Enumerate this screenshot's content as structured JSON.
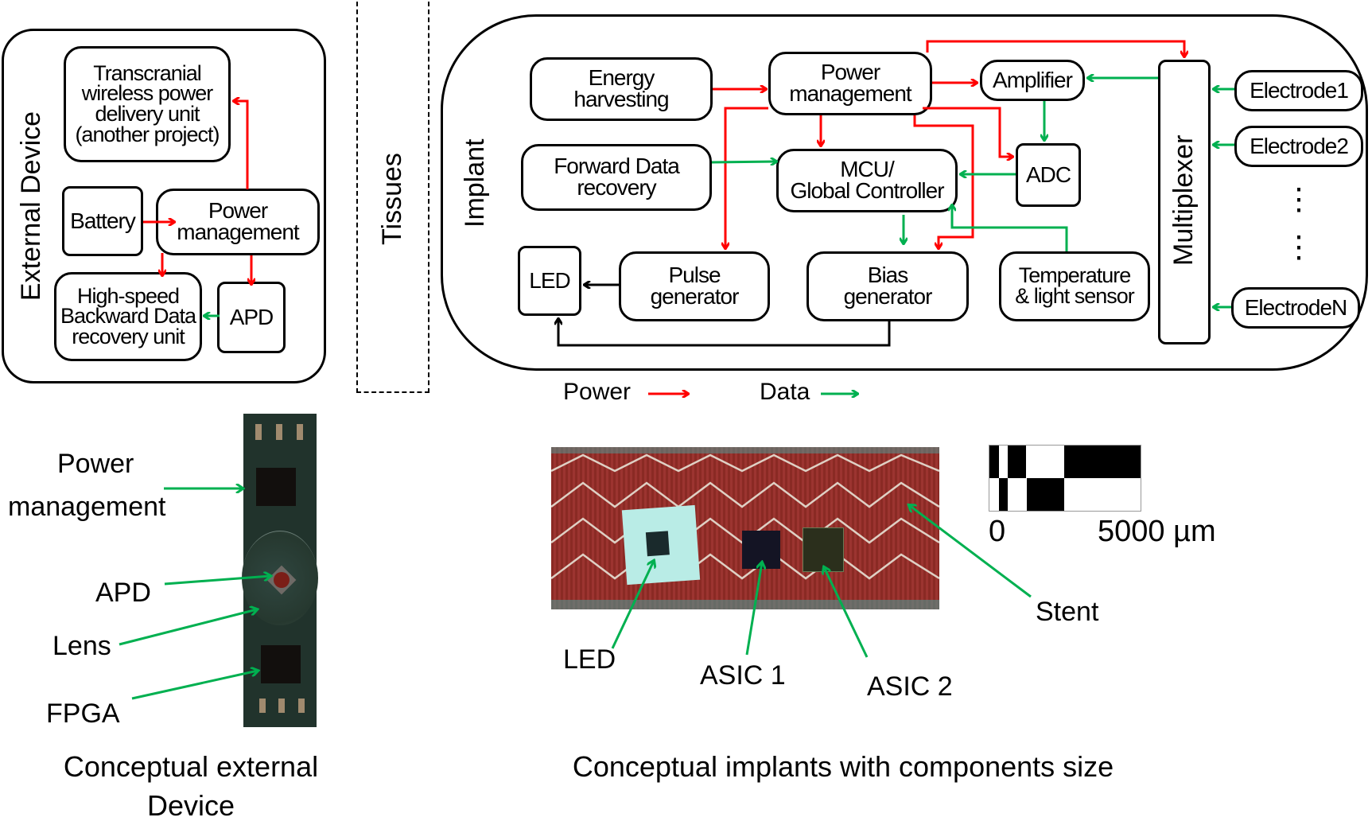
{
  "colors": {
    "power": "#ff0000",
    "data": "#00b050",
    "neutral": "#000000"
  },
  "external_device": {
    "title": "External Device",
    "blocks": {
      "transcranial": "Transcranial wireless power delivery unit (another project)",
      "transcranial_lines": [
        "Transcranial",
        "wireless power",
        "delivery unit",
        "(another project)"
      ],
      "battery": "Battery",
      "power_management_lines": [
        "Power",
        "management"
      ],
      "backward_data_lines": [
        "High-speed",
        "Backward Data",
        "recovery unit"
      ],
      "apd": "APD"
    }
  },
  "tissues": {
    "title": "Tissues"
  },
  "implant": {
    "title": "Implant",
    "blocks": {
      "energy_harvesting_lines": [
        "Energy",
        "harvesting"
      ],
      "power_management_lines": [
        "Power",
        "management"
      ],
      "amplifier": "Amplifier",
      "forward_data_lines": [
        "Forward Data",
        "recovery"
      ],
      "mcu_lines": [
        "MCU/",
        "Global Controller"
      ],
      "adc": "ADC",
      "led": "LED",
      "pulse_generator_lines": [
        "Pulse",
        "generator"
      ],
      "bias_generator_lines": [
        "Bias",
        "generator"
      ],
      "temperature_sensor_lines": [
        "Temperature",
        "& light sensor"
      ],
      "multiplexer": "Multiplexer",
      "electrodes": [
        "Electrode1",
        "Electrode2",
        "ElectrodeN"
      ],
      "ellipsis": "⋮"
    }
  },
  "legend": {
    "power": "Power",
    "data": "Data"
  },
  "external_photo": {
    "labels": {
      "power_management_lines": [
        "Power",
        "management"
      ],
      "apd": "APD",
      "lens": "Lens",
      "fpga": "FPGA"
    },
    "caption_lines": [
      "Conceptual external",
      "Device"
    ]
  },
  "implant_photo": {
    "labels": {
      "led": "LED",
      "asic1": "ASIC 1",
      "asic2": "ASIC 2",
      "stent": "Stent"
    },
    "scale_bar": {
      "start": "0",
      "end": "5000 µm"
    },
    "caption": "Conceptual implants with components size"
  }
}
